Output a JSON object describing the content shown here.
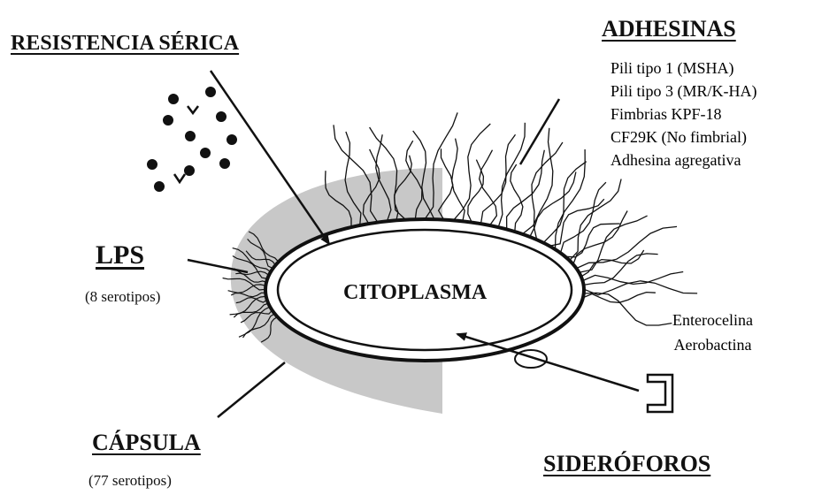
{
  "diagram": {
    "serum_resistance": {
      "title": "RESISTENCIA SÉRICA"
    },
    "adhesins": {
      "title": "ADHESINAS",
      "items": [
        "Pili tipo 1 (MSHA)",
        "Pili tipo 3 (MR/K-HA)",
        "Fimbrias KPF-18",
        "CF29K (No fimbrial)",
        "Adhesina agregativa"
      ]
    },
    "lps": {
      "title": "LPS",
      "subtitle": "(8 serotipos)"
    },
    "cytoplasm": {
      "label": "CITOPLASMA"
    },
    "capsule": {
      "title": "CÁPSULA",
      "subtitle": "(77 serotipos)"
    },
    "siderophores": {
      "title": "SIDERÓFOROS",
      "items": [
        "Enterocelina",
        "Aerobactina"
      ]
    }
  },
  "colors": {
    "capsule_fill": "#c8c8c8",
    "ink": "#111111",
    "background": "#ffffff"
  },
  "icons": [
    "antibody-icon",
    "siderophore-receptor-icon",
    "pili-fibers",
    "lps-fibers"
  ]
}
